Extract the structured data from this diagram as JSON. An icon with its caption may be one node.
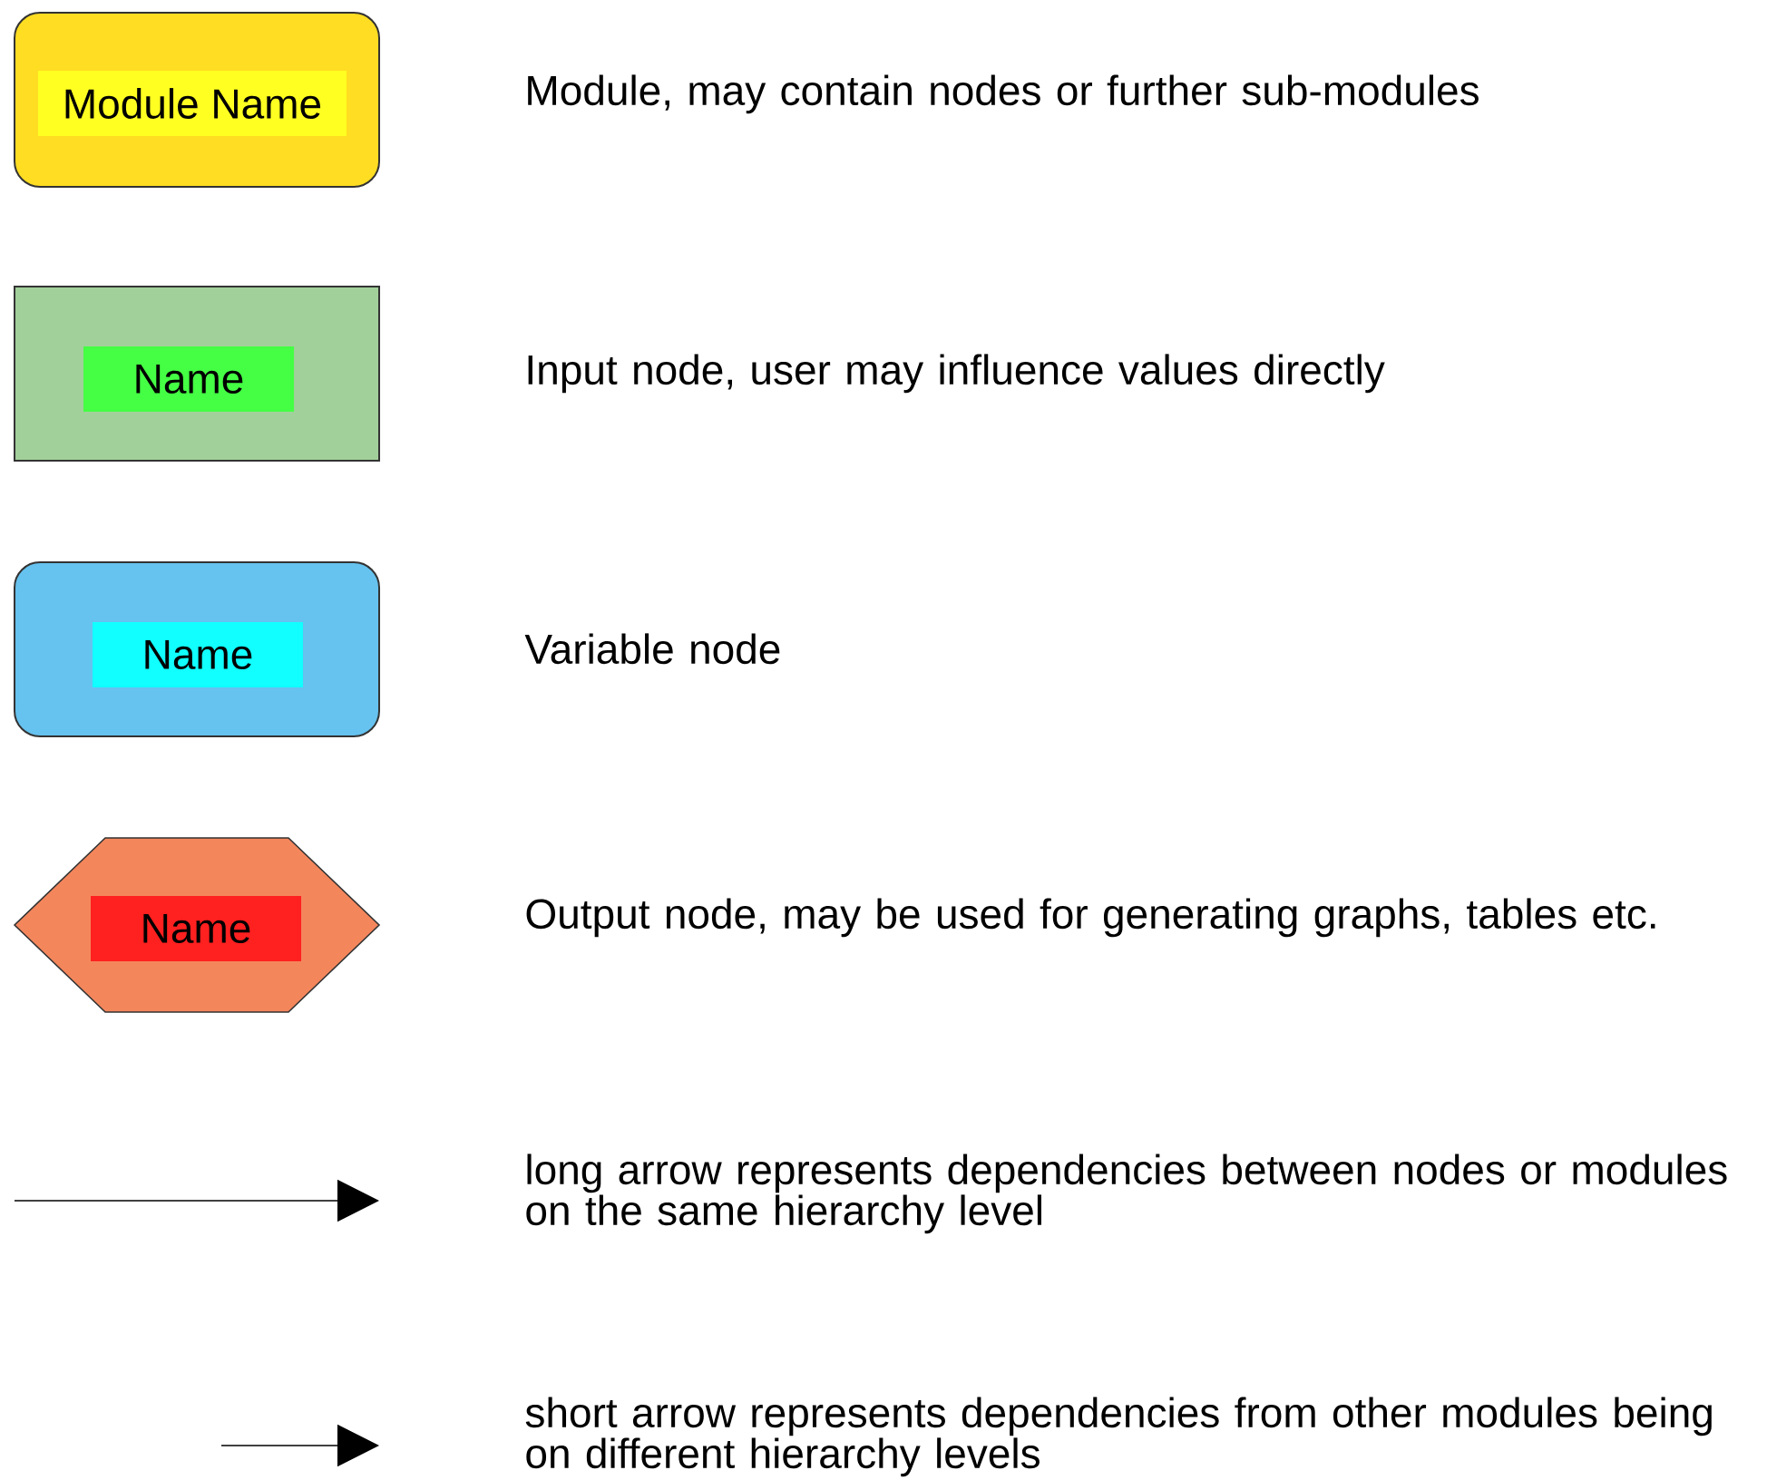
{
  "diagram": {
    "nodes": [
      {
        "text": [
          "Module Name"
        ]
      },
      {
        "text": [
          "Name"
        ]
      },
      {
        "text": [
          "Name"
        ]
      },
      {
        "text": [
          "Name"
        ]
      }
    ],
    "legend": [
      {
        "text": "Module, may contain nodes or further sub-modules"
      },
      {
        "text": "Input node, user may influence values directly"
      },
      {
        "text": "Variable node"
      },
      {
        "text": "Output node, may be used for generating graphs, tables etc."
      },
      {
        "text": "long arrow represents dependencies between nodes or modules on the same hierarchy level"
      },
      {
        "text": "short arrow represents dependencies from other modules being on different hierarchy levels"
      }
    ]
  }
}
